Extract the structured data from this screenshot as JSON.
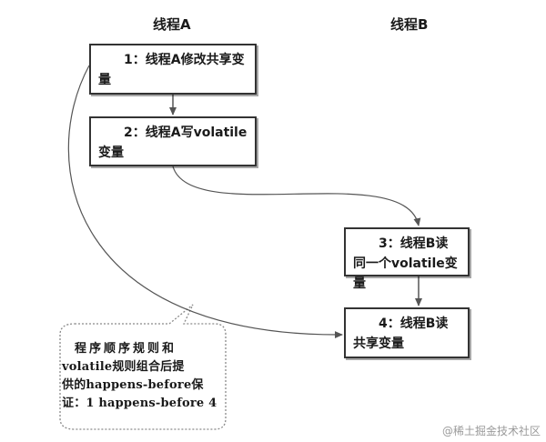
{
  "lanes": {
    "a": "线程A",
    "b": "线程B"
  },
  "nodes": [
    {
      "id": "1",
      "text": "1：线程A修改共享变量"
    },
    {
      "id": "2",
      "text": "2：线程A写volatile变量"
    },
    {
      "id": "3",
      "text": "3：线程B读同一个volatile变量"
    },
    {
      "id": "4",
      "text": "4：线程B读共享变量"
    }
  ],
  "note": {
    "lines": [
      "程序顺序规则和",
      "volatile规则组合后提",
      "供的happens-before保",
      "证：1 happens-before 4"
    ]
  },
  "watermark": "@稀土掘金技术社区",
  "colors": {
    "stroke": "#333333",
    "arrow": "#555555",
    "note_border": "#8a8a8a"
  }
}
